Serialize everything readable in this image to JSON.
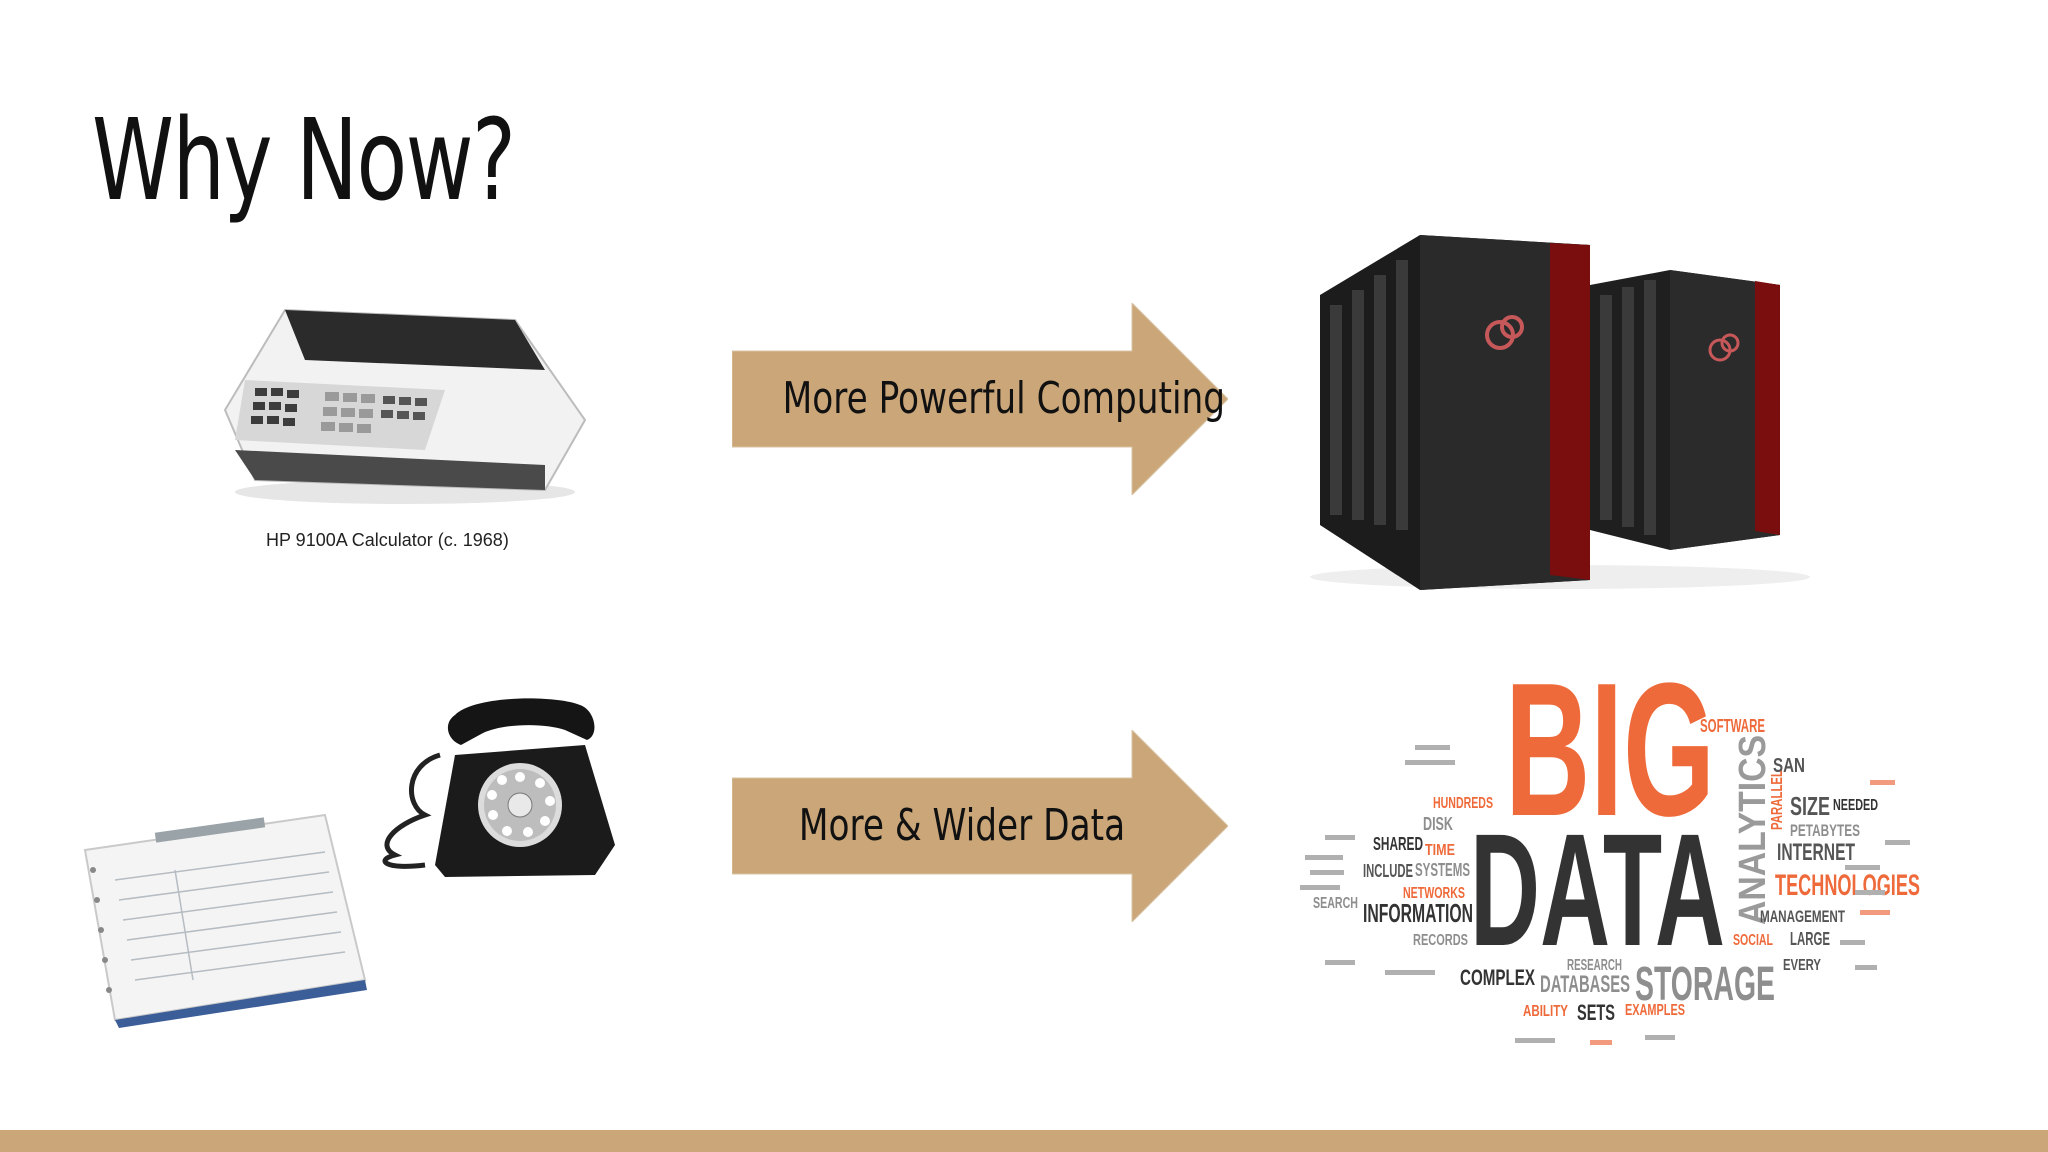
{
  "slide": {
    "title": "Why Now?",
    "calculator_caption": "HP 9100A Calculator (c. 1968)",
    "arrow_top_label": "More Powerful Computing",
    "arrow_bottom_label": "More & Wider Data"
  },
  "wordcloud": {
    "big": "BIG",
    "data": "DATA",
    "analytics": "ANALYTICS",
    "storage": "STORAGE",
    "technologies": "TECHNOLOGIES",
    "information": "INFORMATION",
    "internet": "INTERNET",
    "software": "SOFTWARE",
    "complex": "COMPLEX",
    "databases": "DATABASES",
    "networks": "NETWORKS",
    "size": "SIZE",
    "needed": "NEEDED",
    "petabytes": "PETABYTES",
    "management": "MANAGEMENT",
    "shared": "SHARED",
    "time": "TIME",
    "include": "INCLUDE",
    "systems": "SYSTEMS",
    "hundreds": "HUNDREDS",
    "disk": "DISK",
    "search": "SEARCH",
    "records": "RECORDS",
    "research": "RESEARCH",
    "sets": "SETS",
    "examples": "EXAMPLES",
    "ability": "ABILITY",
    "social": "SOCIAL",
    "large": "LARGE",
    "every": "EVERY",
    "parallel": "PARALLEL",
    "san": "SAN"
  },
  "colors": {
    "accent": "#caa679",
    "wordcloud_orange": "#ef6a3a",
    "wordcloud_dark": "#3a3a3a",
    "wordcloud_gray": "#8a8a8a"
  }
}
